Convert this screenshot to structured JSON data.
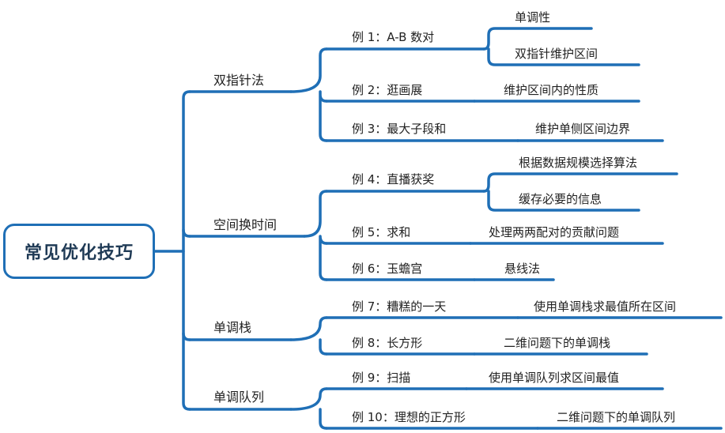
{
  "root": {
    "label": "常见优化技巧"
  },
  "colors": {
    "line": "#1f6fb6",
    "root_text": "#1f3a55",
    "text": "#222222"
  },
  "branches": [
    {
      "label": "双指针法",
      "examples": [
        {
          "label": "例 1：A-B 数对",
          "notes": [
            "单调性",
            "双指针维护区间"
          ]
        },
        {
          "label": "例 2：逛画展",
          "notes": [
            "维护区间内的性质"
          ]
        },
        {
          "label": "例 3：最大子段和",
          "notes": [
            "维护单侧区间边界"
          ]
        }
      ]
    },
    {
      "label": "空间换时间",
      "examples": [
        {
          "label": "例 4：直播获奖",
          "notes": [
            "根据数据规模选择算法",
            "缓存必要的信息"
          ]
        },
        {
          "label": "例 5：求和",
          "notes": [
            "处理两两配对的贡献问题"
          ]
        },
        {
          "label": "例 6：玉蟾宫",
          "notes": [
            "悬线法"
          ]
        }
      ]
    },
    {
      "label": "单调栈",
      "examples": [
        {
          "label": "例 7：糟糕的一天",
          "notes": [
            "使用单调栈求最值所在区间"
          ]
        },
        {
          "label": "例 8：长方形",
          "notes": [
            "二维问题下的单调栈"
          ]
        }
      ]
    },
    {
      "label": "单调队列",
      "examples": [
        {
          "label": "例 9：扫描",
          "notes": [
            "使用单调队列求区间最值"
          ]
        },
        {
          "label": "例 10：理想的正方形",
          "notes": [
            "二维问题下的单调队列"
          ]
        }
      ]
    }
  ]
}
